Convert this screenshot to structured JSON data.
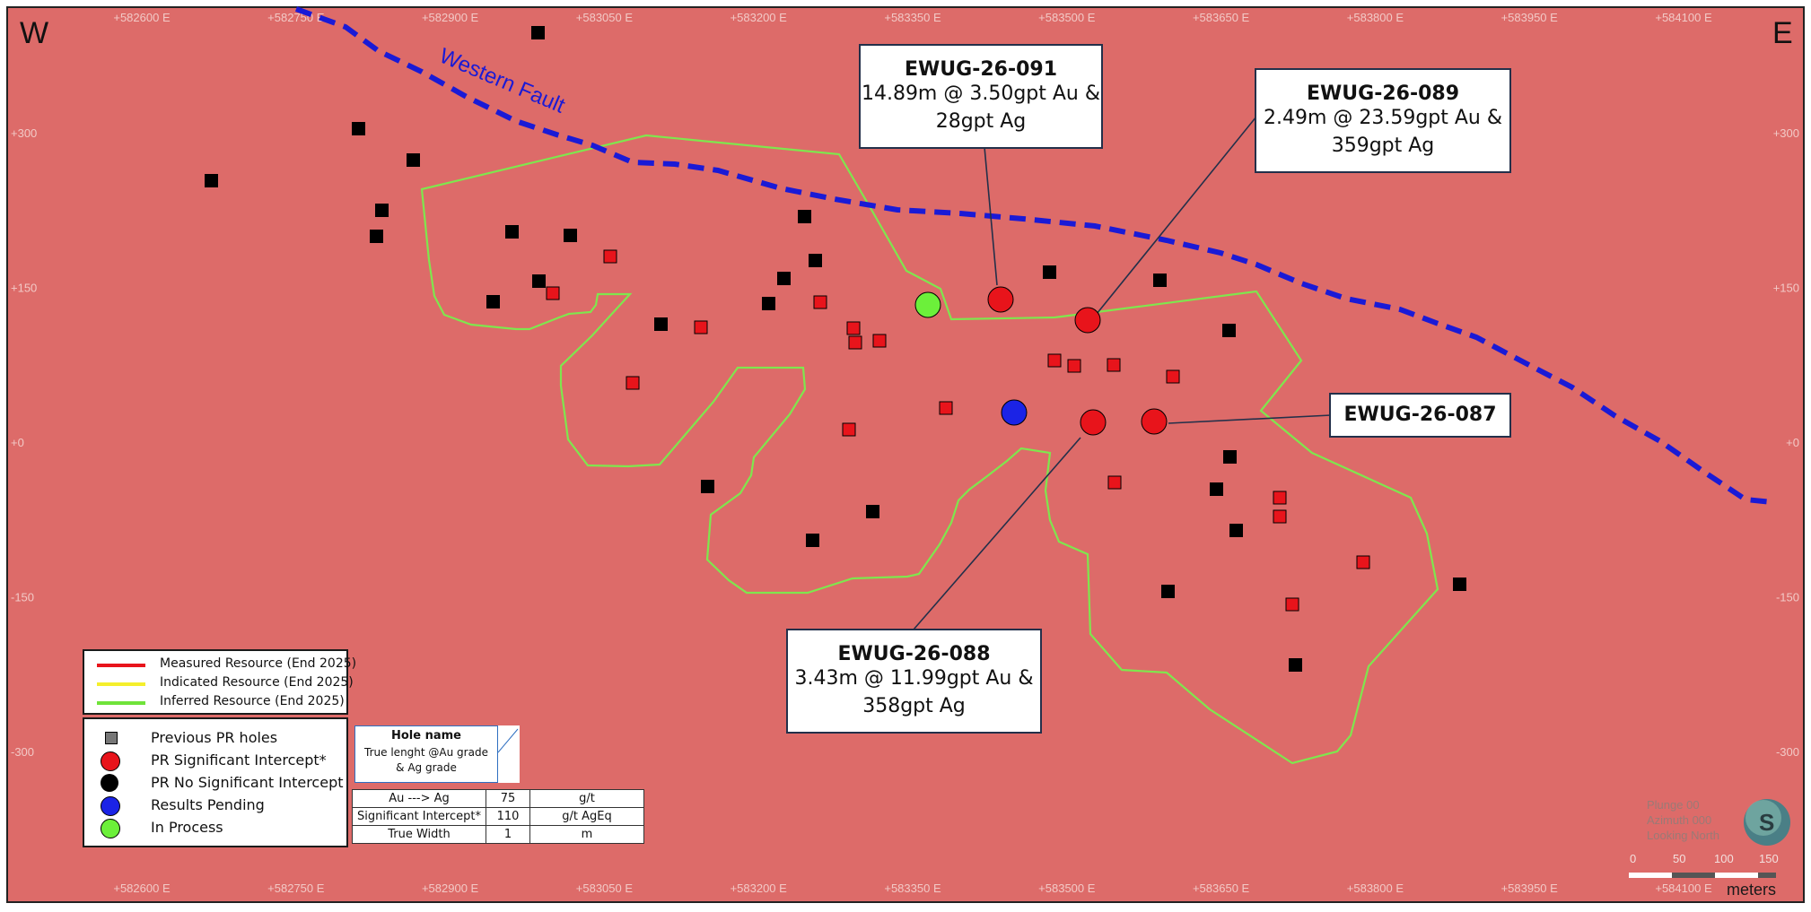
{
  "map": {
    "background_color": "#dd6b69",
    "compass_west": "W",
    "compass_east": "E",
    "easting_ticks": [
      "+582600 E",
      "+582750 E",
      "+582900 E",
      "+583050 E",
      "+583200 E",
      "+583350 E",
      "+583500 E",
      "+583650 E",
      "+583800 E",
      "+583950 E",
      "+584100 E"
    ],
    "elevation_ticks": [
      "+300",
      "+150",
      "+0",
      "-150",
      "-300"
    ],
    "fault": {
      "label": "Western Fault",
      "color": "#1a1ad6",
      "style": "dashed"
    },
    "inferred_outline_color": "#7fe64e"
  },
  "callouts": [
    {
      "name": "EWUG-26-091",
      "lines": [
        "14.89m @ 3.50gpt Au &",
        "28gpt Ag"
      ]
    },
    {
      "name": "EWUG-26-089",
      "lines": [
        "2.49m @ 23.59gpt Au &",
        "359gpt Ag"
      ]
    },
    {
      "name": "EWUG-26-087",
      "lines": []
    },
    {
      "name": "EWUG-26-088",
      "lines": [
        "3.43m @ 11.99gpt Au &",
        "358gpt Ag"
      ]
    }
  ],
  "legend": {
    "resources": [
      {
        "label": "Measured Resource (End 2025)",
        "color": "#e8141b"
      },
      {
        "label": "Indicated Resource (End 2025)",
        "color": "#f5ef2c"
      },
      {
        "label": "Inferred Resource (End 2025)",
        "color": "#6fe33a"
      }
    ],
    "holes": [
      {
        "label": "Previous PR holes",
        "symbol": "grey-square-icon"
      },
      {
        "label": "PR Significant Intercept*",
        "symbol": "red-circle-icon",
        "color": "#e8141b"
      },
      {
        "label": "PR No Significant Intercept",
        "symbol": "black-circle-icon",
        "color": "#000000"
      },
      {
        "label": "Results Pending",
        "symbol": "blue-circle-icon",
        "color": "#1b23e6"
      },
      {
        "label": "In Process",
        "symbol": "green-circle-icon",
        "color": "#6cf03a"
      }
    ]
  },
  "key_box": {
    "title": "Hole name",
    "line1": "True lenght @Au grade",
    "line2": "& Ag grade"
  },
  "parameters": [
    [
      "Au ---> Ag",
      "75",
      "g/t"
    ],
    [
      "Significant Intercept*",
      "110",
      "g/t AgEq"
    ],
    [
      "True Width",
      "1",
      "m"
    ]
  ],
  "view": {
    "plunge": "Plunge 00",
    "azimuth": "Azimuth 000",
    "looking": "Looking North"
  },
  "scale_bar": {
    "labels": [
      "0",
      "50",
      "100",
      "150"
    ],
    "unit": "meters"
  }
}
